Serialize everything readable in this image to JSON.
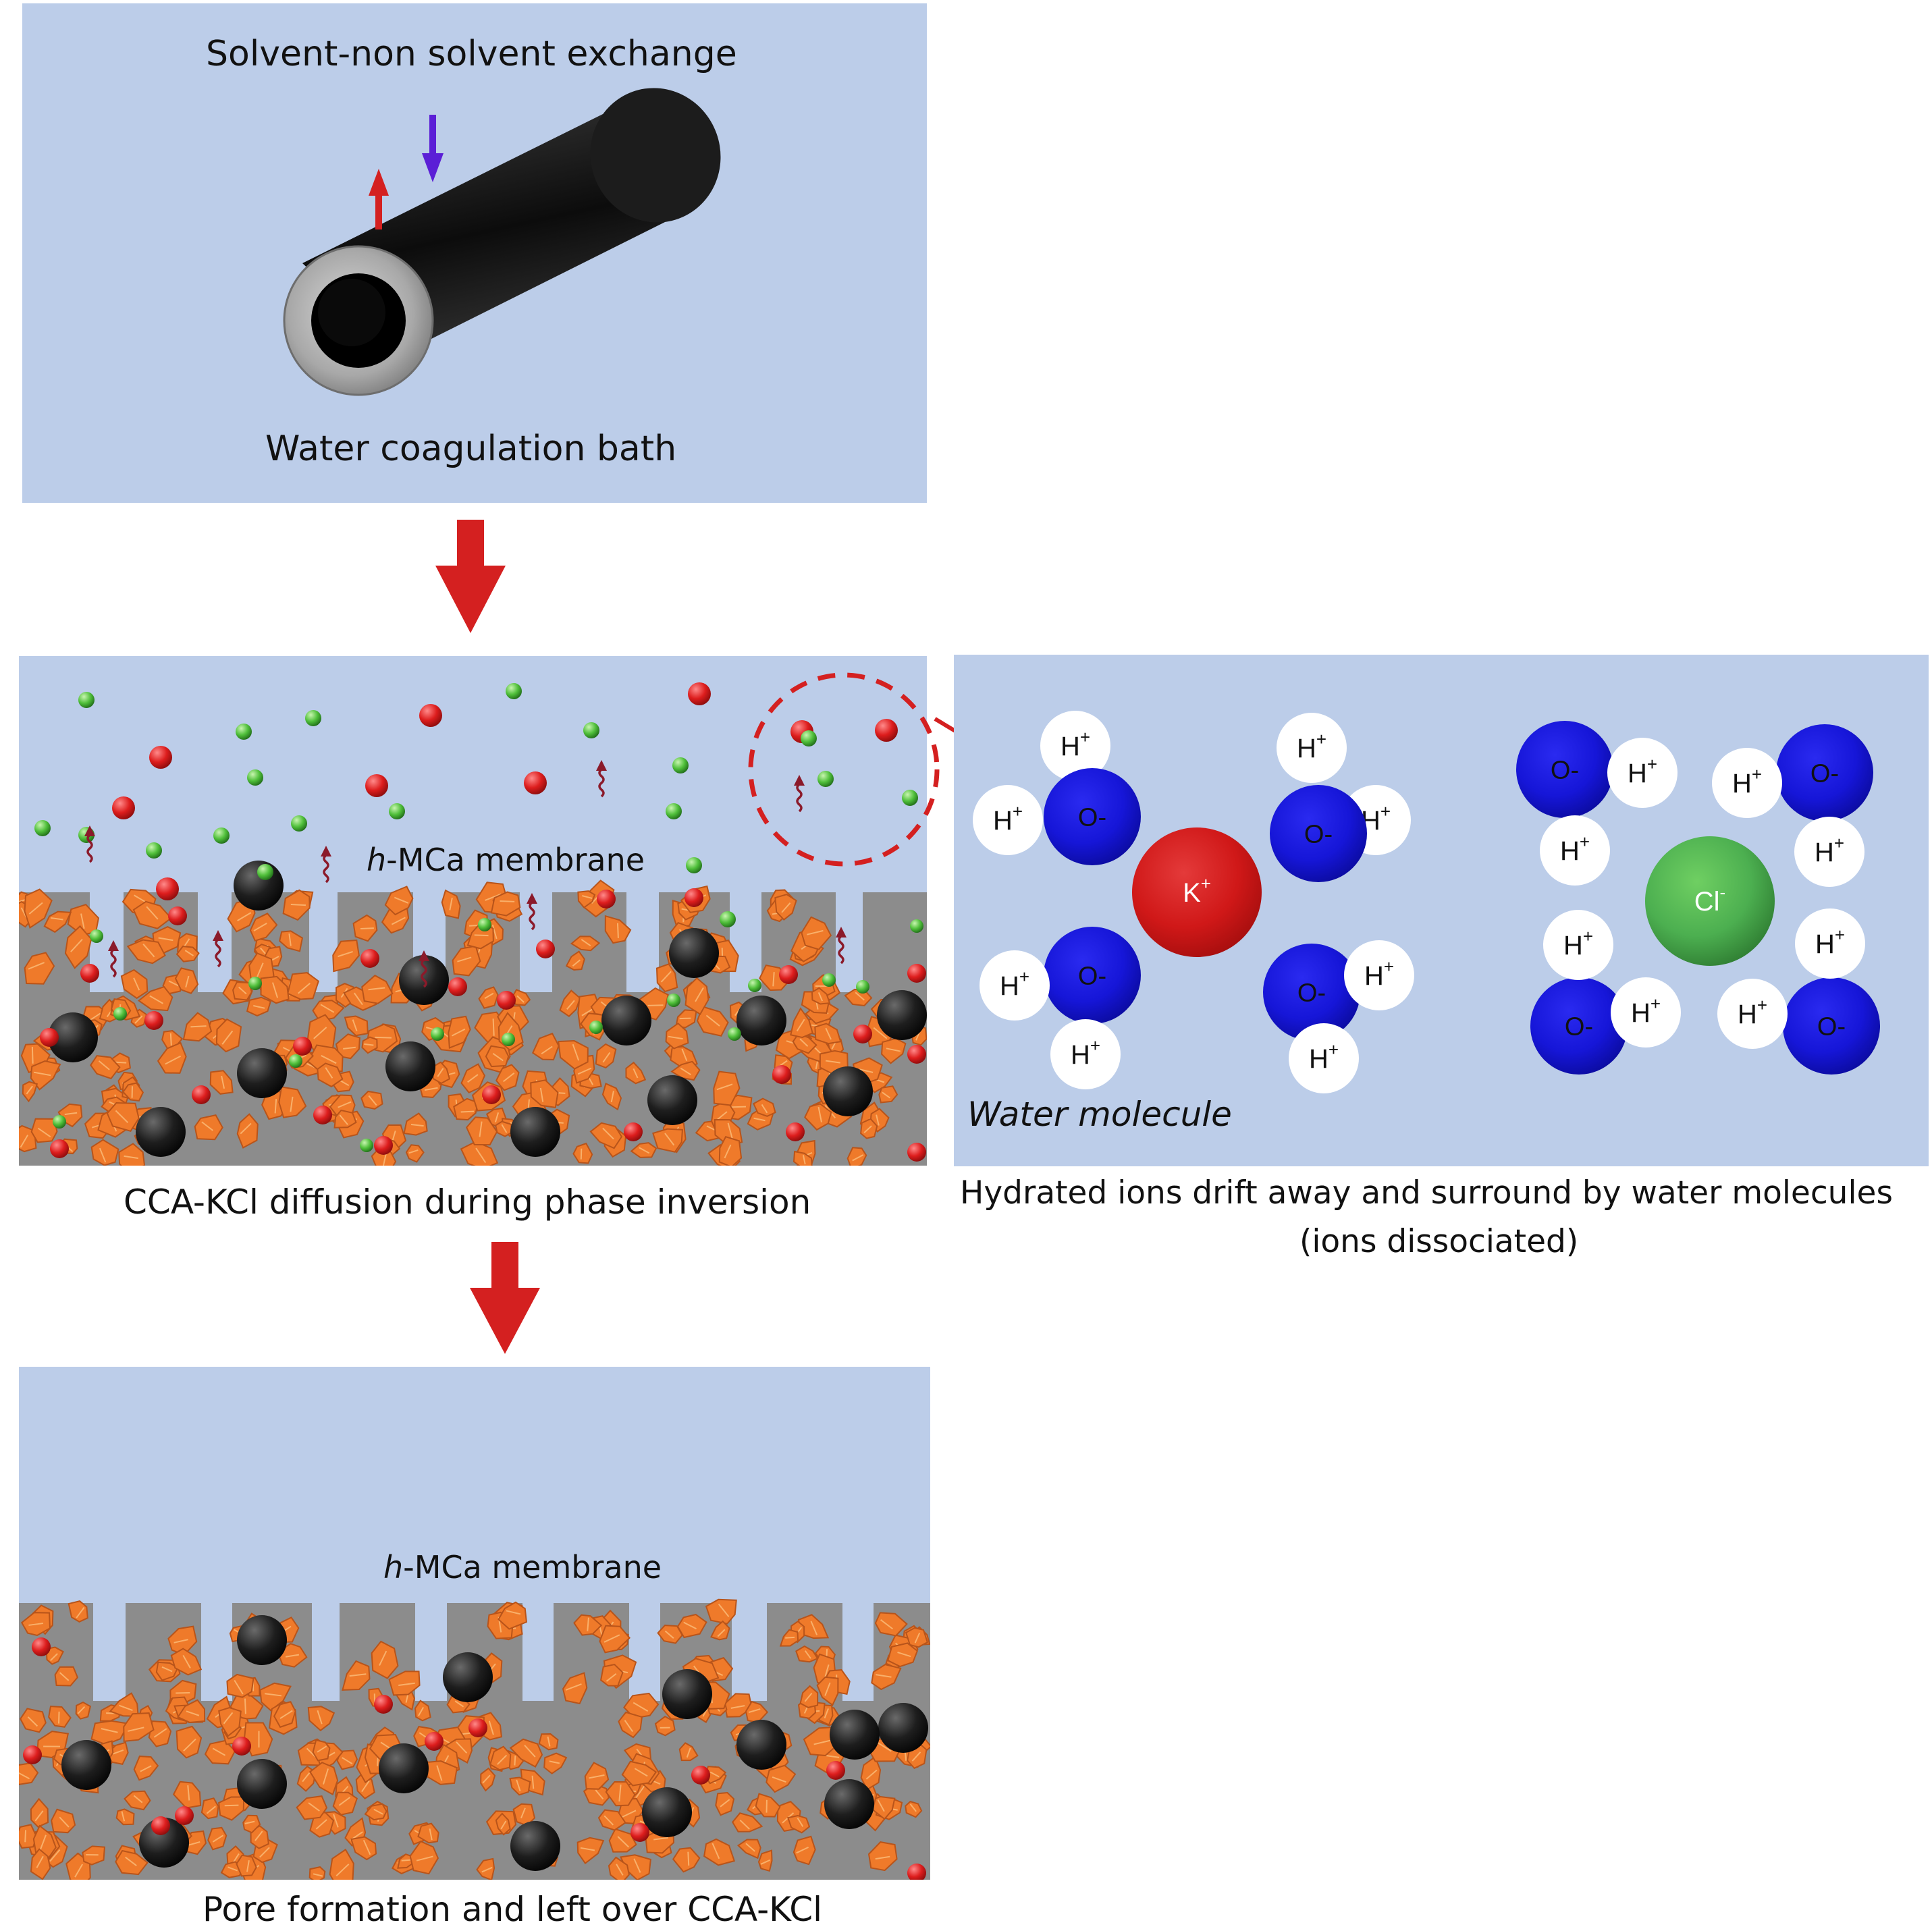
{
  "panel_top": {
    "title": "Solvent-non solvent exchange",
    "bottom_label": "Water coagulation bath"
  },
  "panel_middle": {
    "membrane_prefix": "h",
    "membrane_suffix": "-MCa membrane",
    "caption": "CCA-KCl diffusion during phase inversion"
  },
  "panel_hydration": {
    "water_label": "Water molecule",
    "k_label": "K",
    "k_charge": "+",
    "cl_label": "Cl",
    "cl_charge": "-",
    "h_label": "H",
    "h_charge": "+",
    "o_label": "O-",
    "caption_line1": "Hydrated ions drift away and surround by water molecules",
    "caption_line2": "(ions dissociated)"
  },
  "panel_bottom": {
    "membrane_prefix": "h",
    "membrane_suffix": "-MCa membrane",
    "caption": "Pore formation and left over CCA-KCl"
  },
  "colors": {
    "panel_bg": "#bccde9",
    "arrow_red": "#d42020",
    "arrow_purple": "#5b1fd6",
    "membrane_gray": "#8a8a8a",
    "particle_orange": "#ef7a2a",
    "k_red": "#dd1d1d",
    "cl_green": "#43a047",
    "o_blue": "#1a1adb",
    "h_white": "#ffffff",
    "wavy_arrow": "#8b1a2a"
  }
}
